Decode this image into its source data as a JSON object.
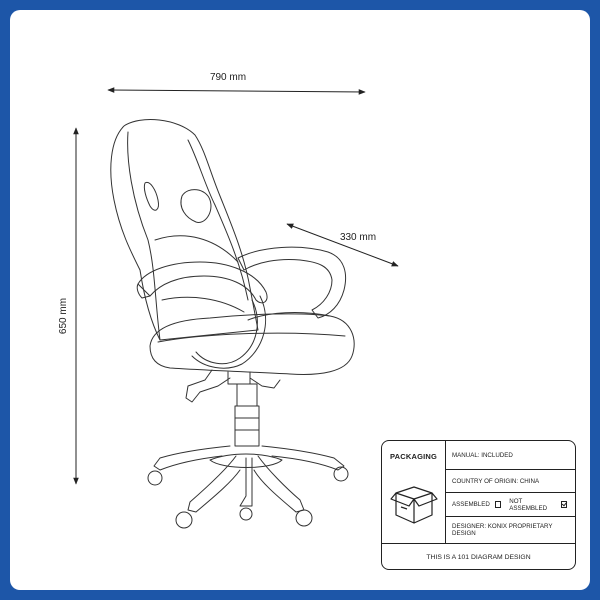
{
  "dimensions": {
    "width": "790 mm",
    "height": "650 mm",
    "depth": "330 mm"
  },
  "info_box": {
    "title": "PACKAGING",
    "manual": "MANUAL: INCLUDED",
    "origin": "COUNTRY OF ORIGIN: CHINA",
    "assembled_label": "ASSEMBLED",
    "not_assembled_label": "NOT ASSEMBLED",
    "assembled_checked": false,
    "not_assembled_checked": true,
    "designer": "DESIGNER: KONIX PROPRIETARY DESIGN",
    "footer": "THIS IS A 101 DIAGRAM DESIGN"
  },
  "colors": {
    "frame": "#1d56a8",
    "background": "#ffffff",
    "line": "#222222"
  }
}
